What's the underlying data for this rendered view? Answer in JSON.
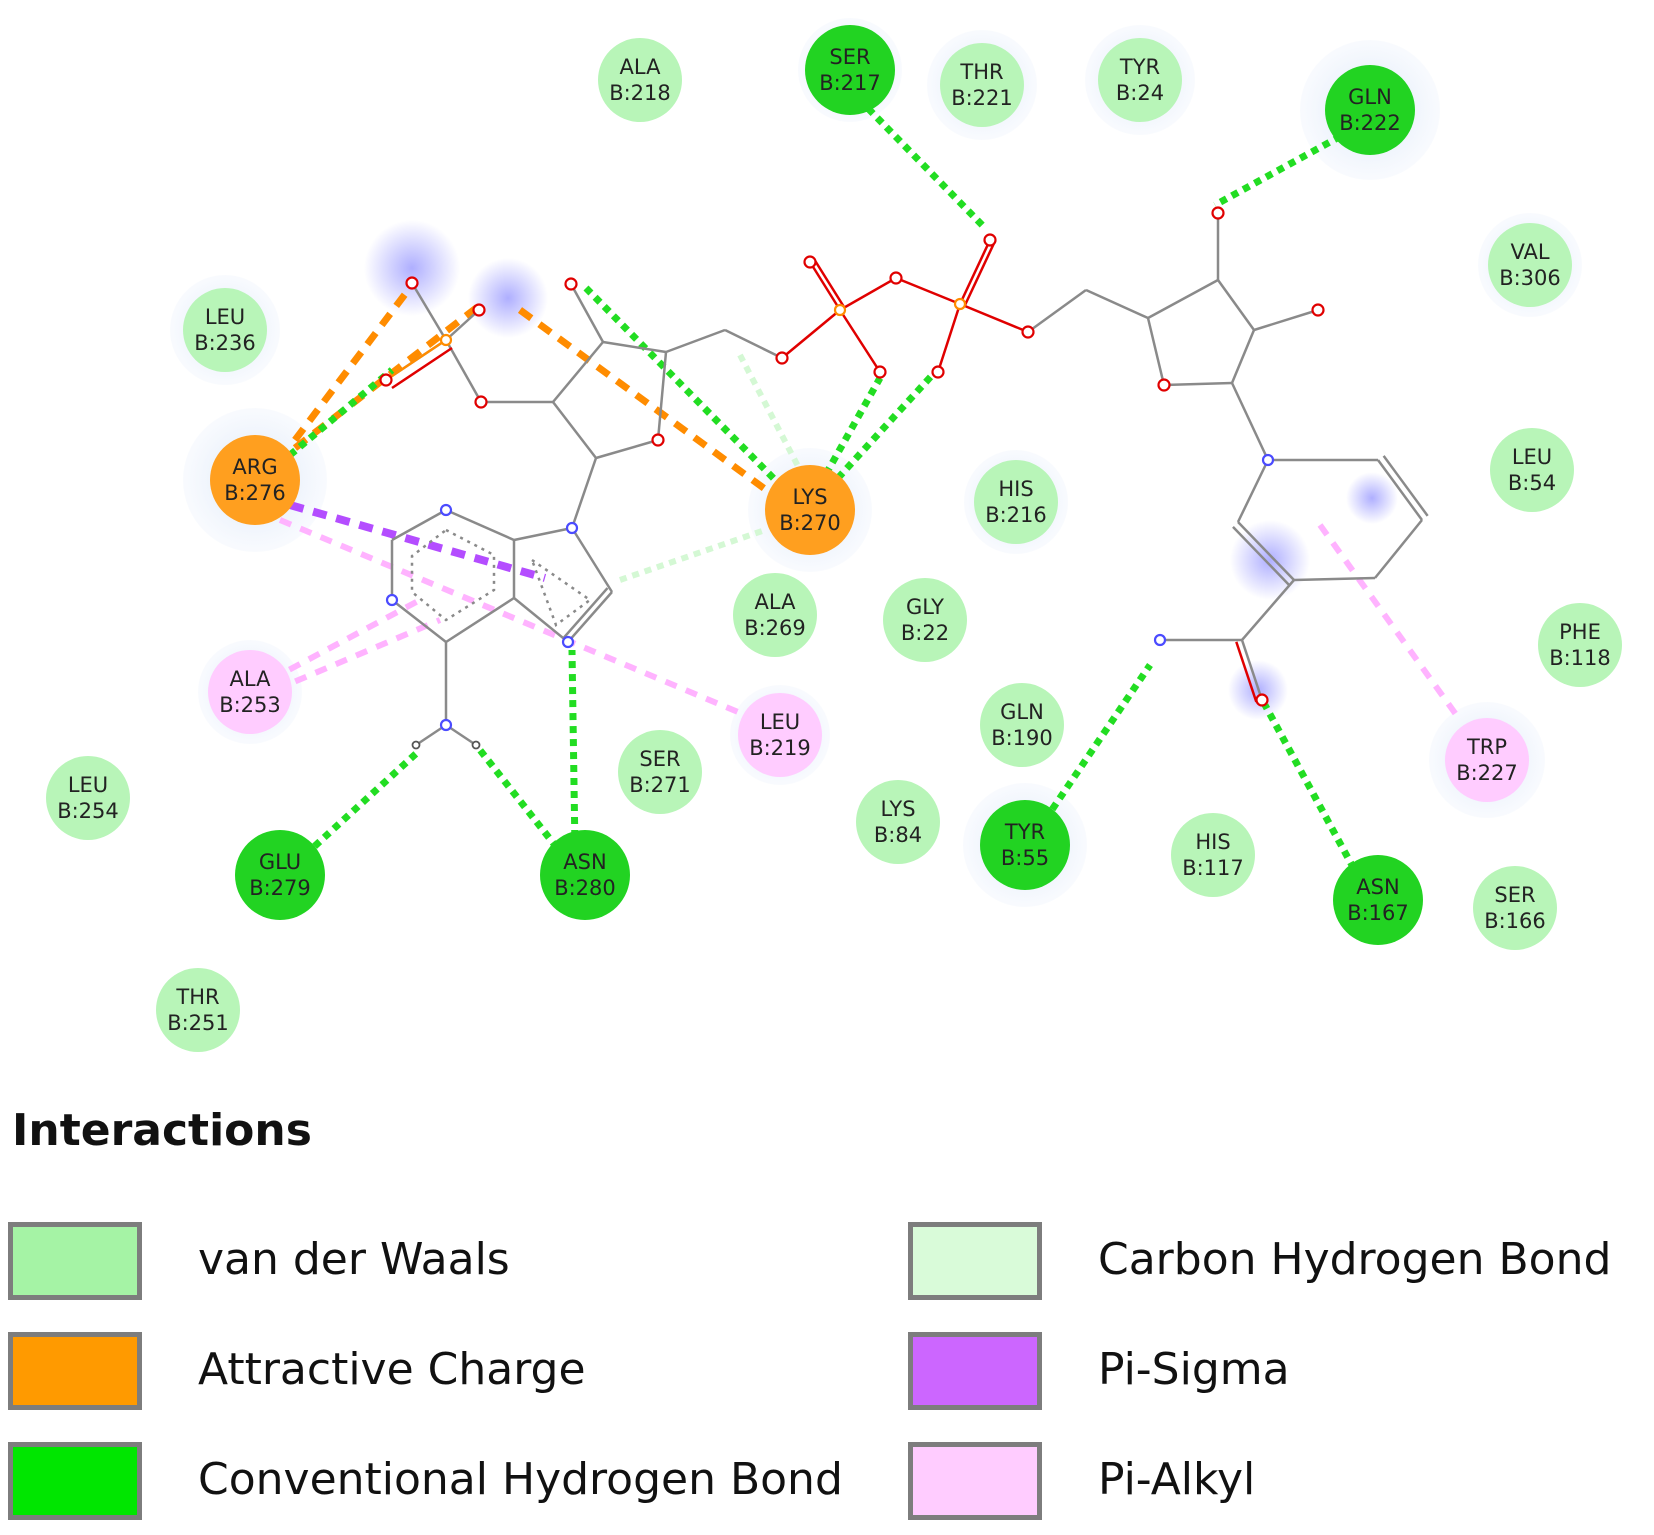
{
  "colors": {
    "van_der_waals": "#a5f3a5",
    "attractive_charge": "#ff9a00",
    "conventional_hbond": "#00e600",
    "carbon_hbond": "#d9fbd9",
    "pi_sigma": "#cc66ff",
    "pi_alkyl": "#ffccff",
    "bond": "#8a8a8a",
    "oxygen": "#e00000",
    "nitrogen": "#4b4bff",
    "phosphorus": "#ff8c00"
  },
  "residues": [
    {
      "id": "ala218",
      "name": "ALA",
      "chain_pos": "B:218",
      "type": "van_der_waals"
    },
    {
      "id": "ser217",
      "name": "SER",
      "chain_pos": "B:217",
      "type": "conventional_hbond"
    },
    {
      "id": "thr221",
      "name": "THR",
      "chain_pos": "B:221",
      "type": "van_der_waals"
    },
    {
      "id": "tyr24",
      "name": "TYR",
      "chain_pos": "B:24",
      "type": "van_der_waals"
    },
    {
      "id": "gln222",
      "name": "GLN",
      "chain_pos": "B:222",
      "type": "conventional_hbond"
    },
    {
      "id": "val306",
      "name": "VAL",
      "chain_pos": "B:306",
      "type": "van_der_waals"
    },
    {
      "id": "leu236",
      "name": "LEU",
      "chain_pos": "B:236",
      "type": "van_der_waals"
    },
    {
      "id": "arg276",
      "name": "ARG",
      "chain_pos": "B:276",
      "type": "attractive_charge"
    },
    {
      "id": "lys270",
      "name": "LYS",
      "chain_pos": "B:270",
      "type": "attractive_charge"
    },
    {
      "id": "his216",
      "name": "HIS",
      "chain_pos": "B:216",
      "type": "van_der_waals"
    },
    {
      "id": "leu54",
      "name": "LEU",
      "chain_pos": "B:54",
      "type": "van_der_waals"
    },
    {
      "id": "ala269",
      "name": "ALA",
      "chain_pos": "B:269",
      "type": "van_der_waals"
    },
    {
      "id": "gly22",
      "name": "GLY",
      "chain_pos": "B:22",
      "type": "van_der_waals"
    },
    {
      "id": "phe118",
      "name": "PHE",
      "chain_pos": "B:118",
      "type": "van_der_waals"
    },
    {
      "id": "ala253",
      "name": "ALA",
      "chain_pos": "B:253",
      "type": "pi_alkyl"
    },
    {
      "id": "leu219",
      "name": "LEU",
      "chain_pos": "B:219",
      "type": "pi_alkyl"
    },
    {
      "id": "gln190",
      "name": "GLN",
      "chain_pos": "B:190",
      "type": "van_der_waals"
    },
    {
      "id": "trp227",
      "name": "TRP",
      "chain_pos": "B:227",
      "type": "pi_alkyl"
    },
    {
      "id": "ser271",
      "name": "SER",
      "chain_pos": "B:271",
      "type": "van_der_waals"
    },
    {
      "id": "leu254",
      "name": "LEU",
      "chain_pos": "B:254",
      "type": "van_der_waals"
    },
    {
      "id": "lys84",
      "name": "LYS",
      "chain_pos": "B:84",
      "type": "van_der_waals"
    },
    {
      "id": "tyr55",
      "name": "TYR",
      "chain_pos": "B:55",
      "type": "conventional_hbond"
    },
    {
      "id": "his117",
      "name": "HIS",
      "chain_pos": "B:117",
      "type": "van_der_waals"
    },
    {
      "id": "glu279",
      "name": "GLU",
      "chain_pos": "B:279",
      "type": "conventional_hbond"
    },
    {
      "id": "asn280",
      "name": "ASN",
      "chain_pos": "B:280",
      "type": "conventional_hbond"
    },
    {
      "id": "asn167",
      "name": "ASN",
      "chain_pos": "B:167",
      "type": "conventional_hbond"
    },
    {
      "id": "ser166",
      "name": "SER",
      "chain_pos": "B:166",
      "type": "van_der_waals"
    },
    {
      "id": "thr251",
      "name": "THR",
      "chain_pos": "B:251",
      "type": "van_der_waals"
    }
  ],
  "legend": {
    "title": "Interactions",
    "items": [
      {
        "label": "van der Waals",
        "type": "van_der_waals"
      },
      {
        "label": "Attractive Charge",
        "type": "attractive_charge"
      },
      {
        "label": "Conventional Hydrogen Bond",
        "type": "conventional_hbond"
      },
      {
        "label": "Carbon Hydrogen Bond",
        "type": "carbon_hbond"
      },
      {
        "label": "Pi-Sigma",
        "type": "pi_sigma"
      },
      {
        "label": "Pi-Alkyl",
        "type": "pi_alkyl"
      }
    ]
  }
}
